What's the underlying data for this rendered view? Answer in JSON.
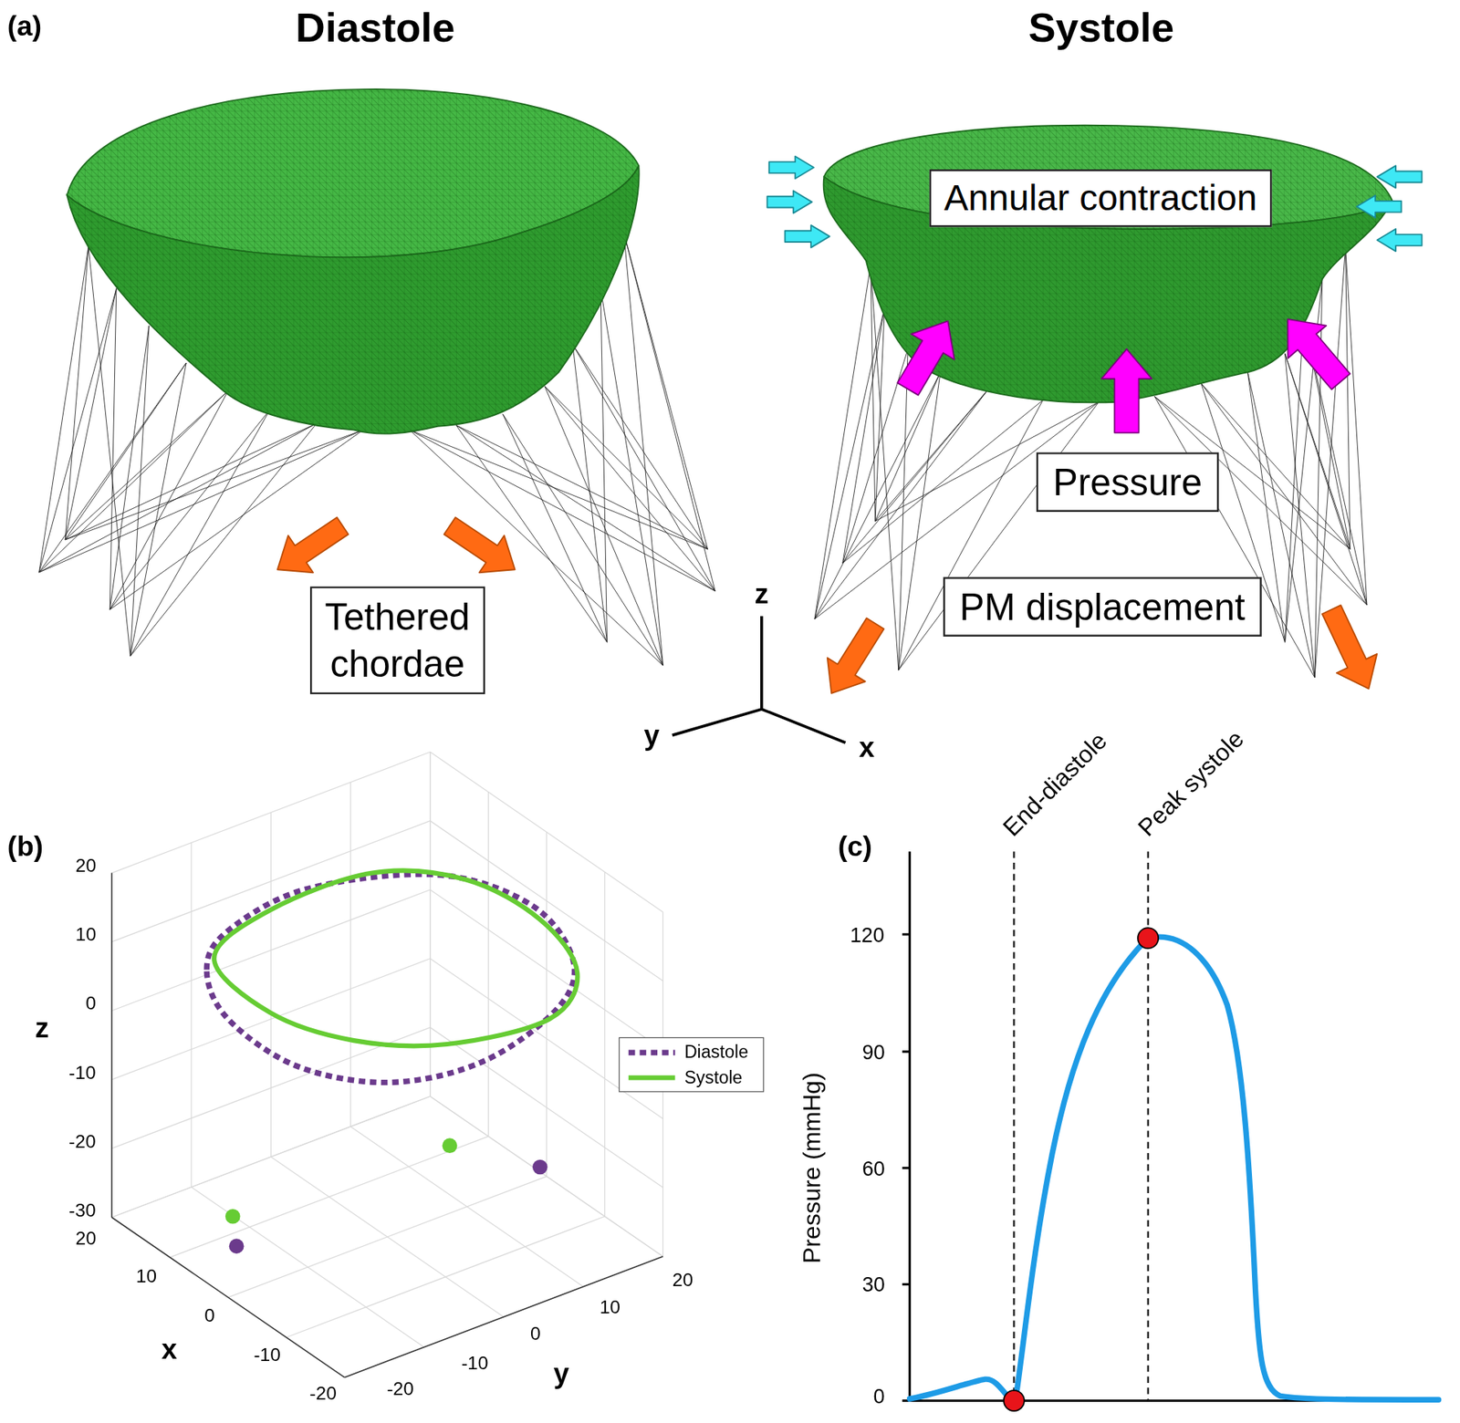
{
  "diagram": {
    "nodes": [
      {
        "text": [
          "Tethered chordae"
        ]
      },
      {
        "text": [
          "Annular contraction"
        ]
      },
      {
        "text": [
          "Pressure"
        ]
      },
      {
        "text": [
          "PM displacement"
        ]
      }
    ],
    "labels": [
      "(a)",
      "Diastole",
      "Systole",
      "z",
      "y",
      "x",
      "(b)",
      "20",
      "10",
      "0",
      "-10",
      "-20",
      "-30",
      "z",
      "20",
      "10",
      "0",
      "-10",
      "-20",
      "x",
      "-20",
      "-10",
      "0",
      "10",
      "20",
      "y",
      "(c)",
      "End-diastole",
      "Peak systole",
      "120",
      "90",
      "60",
      "30",
      "0",
      "Pressure (mmHg)"
    ],
    "legend": [
      {
        "text": "Diastole"
      },
      {
        "text": "Systole"
      }
    ]
  }
}
